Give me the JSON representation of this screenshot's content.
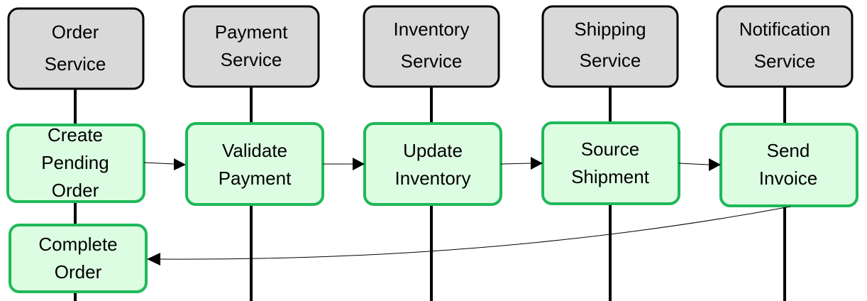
{
  "colors": {
    "service_fill": "#d9d9d9",
    "step_fill": "#ddfde2",
    "step_border": "#1fb85a"
  },
  "services": [
    {
      "line1": "Order",
      "line2": "Service"
    },
    {
      "line1": "Payment",
      "line2": "Service"
    },
    {
      "line1": "Inventory",
      "line2": "Service"
    },
    {
      "line1": "Shipping",
      "line2": "Service"
    },
    {
      "line1": "Notification",
      "line2": "Service"
    }
  ],
  "steps": [
    {
      "lines": [
        "Create",
        "Pending",
        "Order"
      ]
    },
    {
      "lines": [
        "Validate",
        "Payment"
      ]
    },
    {
      "lines": [
        "Update",
        "Inventory"
      ]
    },
    {
      "lines": [
        "Source",
        "Shipment"
      ]
    },
    {
      "lines": [
        "Send",
        "Invoice"
      ]
    }
  ],
  "final_step": {
    "lines": [
      "Complete",
      "Order"
    ]
  }
}
